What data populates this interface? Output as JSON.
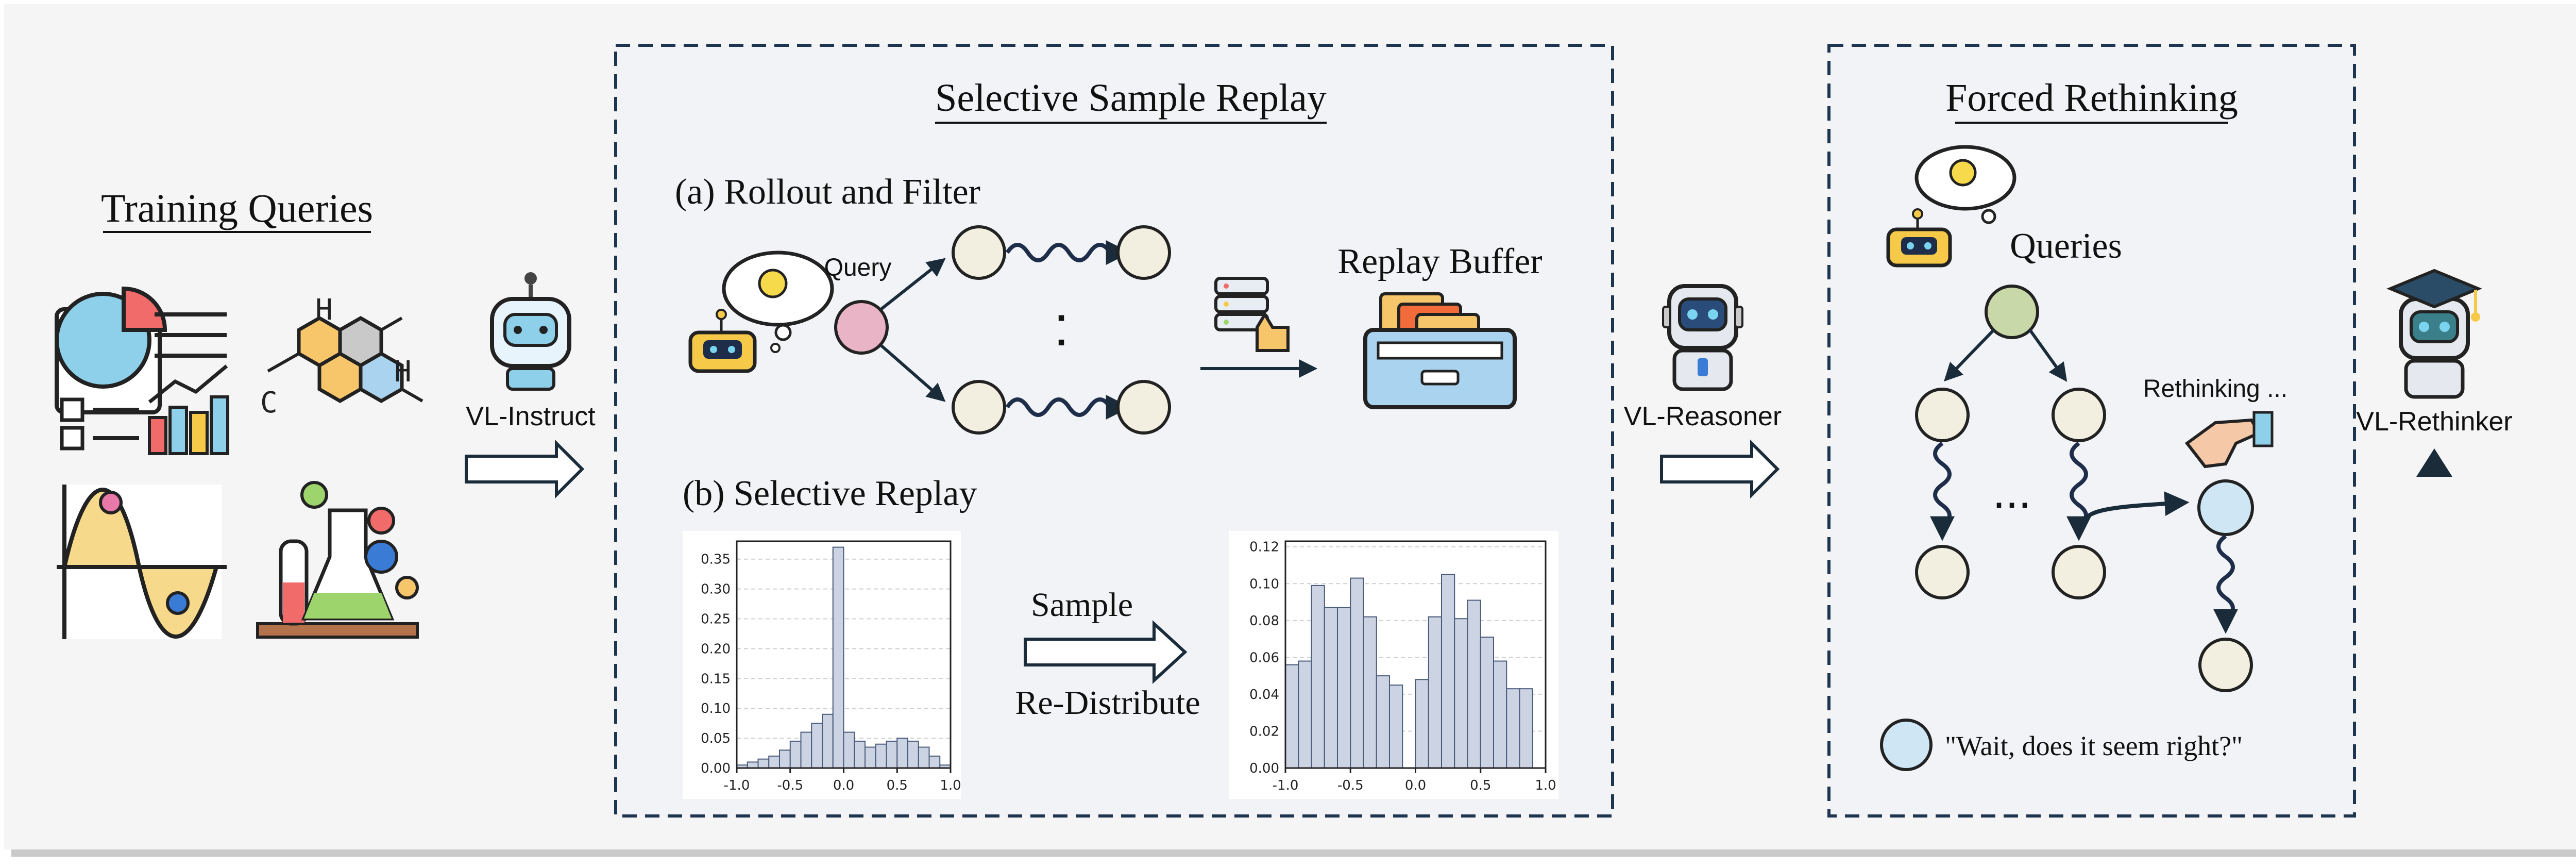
{
  "left": {
    "title": "Training Queries",
    "molecule_labels": [
      "H",
      "H",
      "C"
    ]
  },
  "models": {
    "instruct": "VL-Instruct",
    "reasoner": "VL-Reasoner",
    "rethinker": "VL-Rethinker"
  },
  "replay": {
    "title": "Selective Sample Replay",
    "section_a": "(a) Rollout and Filter",
    "section_b": "(b) Selective Replay",
    "query_label": "Query",
    "buffer_label": "Replay Buffer",
    "dots": ":",
    "sample_label": "Sample",
    "redistribute_label": "Re-Distribute"
  },
  "rethink": {
    "title": "Forced Rethinking",
    "queries_label": "Queries",
    "rethinking_label": "Rethinking ...",
    "ellipsis": "...",
    "quote": "\"Wait, does it seem right?\""
  },
  "colors": {
    "node_fill": "#f2efe0",
    "query_node": "#e8b4c6",
    "green_node": "#c8d8a8",
    "blue_node": "#cfe6f5",
    "hist_fill": "#ccd3e3",
    "dash_border": "#1e3550",
    "accent_dark": "#1a2b3a"
  },
  "chart_data": [
    {
      "type": "bar",
      "x": [
        -0.95,
        -0.85,
        -0.75,
        -0.65,
        -0.55,
        -0.45,
        -0.35,
        -0.25,
        -0.15,
        -0.05,
        0.05,
        0.15,
        0.25,
        0.35,
        0.45,
        0.55,
        0.65,
        0.75,
        0.85,
        0.95
      ],
      "values": [
        0.005,
        0.01,
        0.015,
        0.02,
        0.03,
        0.045,
        0.06,
        0.075,
        0.09,
        0.37,
        0.06,
        0.045,
        0.035,
        0.04,
        0.045,
        0.05,
        0.045,
        0.035,
        0.02,
        0.005
      ],
      "xlim": [
        -1.0,
        1.0
      ],
      "ylim": [
        0,
        0.38
      ],
      "xticks": [
        "-1.0",
        "-0.5",
        "0.0",
        "0.5",
        "1.0"
      ],
      "yticks": [
        "0.00",
        "0.05",
        "0.10",
        "0.15",
        "0.20",
        "0.25",
        "0.30",
        "0.35"
      ],
      "ytick_values": [
        0,
        0.05,
        0.1,
        0.15,
        0.2,
        0.25,
        0.3,
        0.35
      ],
      "xtick_values": [
        -1.0,
        -0.5,
        0.0,
        0.5,
        1.0
      ],
      "grid": true
    },
    {
      "type": "bar",
      "x": [
        -0.95,
        -0.85,
        -0.75,
        -0.65,
        -0.55,
        -0.45,
        -0.35,
        -0.25,
        -0.15,
        0.05,
        0.15,
        0.25,
        0.35,
        0.45,
        0.55,
        0.65,
        0.75,
        0.85
      ],
      "values": [
        0.056,
        0.058,
        0.099,
        0.087,
        0.087,
        0.103,
        0.082,
        0.05,
        0.045,
        0.048,
        0.082,
        0.105,
        0.081,
        0.091,
        0.071,
        0.058,
        0.043,
        0.043
      ],
      "xlim": [
        -1.0,
        1.0
      ],
      "ylim": [
        0,
        0.123
      ],
      "xticks": [
        "-1.0",
        "-0.5",
        "0.0",
        "0.5",
        "1.0"
      ],
      "yticks": [
        "0.00",
        "0.02",
        "0.04",
        "0.06",
        "0.08",
        "0.10",
        "0.12"
      ],
      "ytick_values": [
        0,
        0.02,
        0.04,
        0.06,
        0.08,
        0.1,
        0.12
      ],
      "xtick_values": [
        -1.0,
        -0.5,
        0.0,
        0.5,
        1.0
      ],
      "grid": true
    }
  ]
}
